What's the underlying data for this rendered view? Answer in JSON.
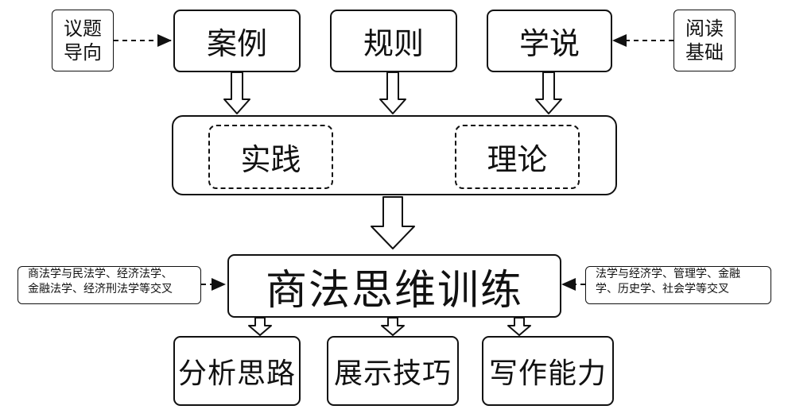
{
  "top_nodes": {
    "case": "案例",
    "rule": "规则",
    "theory_doctrine": "学说"
  },
  "side_nodes": {
    "topic_guidance": [
      "议题",
      "导向"
    ],
    "reading_basis": [
      "阅读",
      "基础"
    ]
  },
  "middle": {
    "practice": "实践",
    "theory": "理论"
  },
  "core": "商法思维训练",
  "notes": {
    "left": [
      "商法学与民法学、经济法学、",
      "金融法学、经济刑法学等交叉"
    ],
    "right": [
      "法学与经济学、管理学、金融",
      "学、历史学、社会学等交叉"
    ]
  },
  "outcomes": [
    "分析思路",
    "展示技巧",
    "写作能力"
  ]
}
